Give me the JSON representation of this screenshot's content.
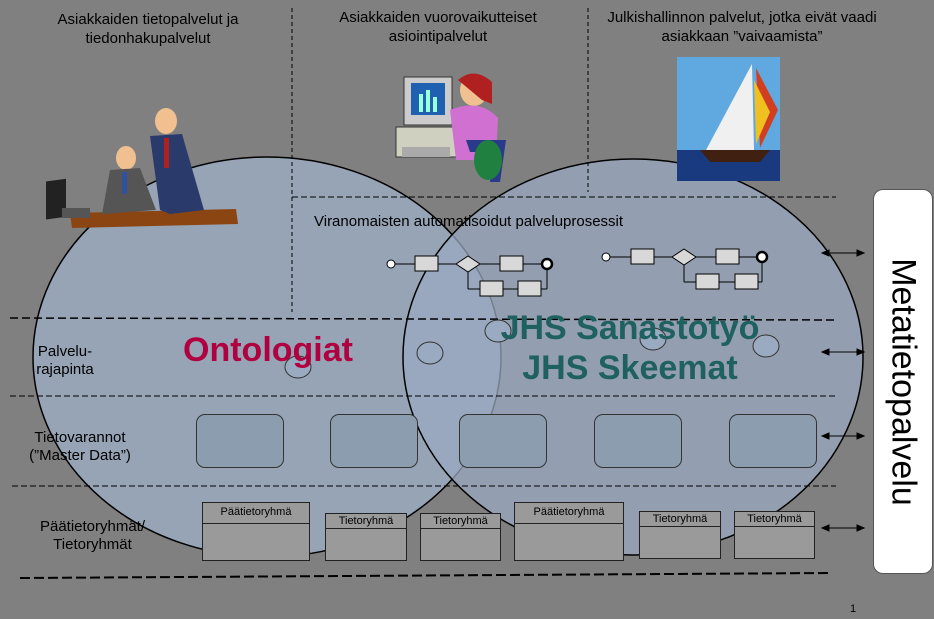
{
  "headers": {
    "col1": "Asiakkaiden tietopalvelut ja tiedonhakupalvelut",
    "col2": "Asiakkaiden vuorovaikutteiset asiointipalvelut",
    "col3": "Julkishallinnon palvelut, jotka eivät vaadi asiakkaan ”vaivaamista”"
  },
  "process_label": "Viranomaisten automatisoidut palveluprosessit",
  "rows": {
    "interface": "Palvelu-rajapinta",
    "master_data": "Tietovarannot (”Master Data”)",
    "groups": "Päätietoryhmät/ Tietoryhmät"
  },
  "circles": {
    "left": "Ontologiat",
    "right_line1": "JHS Sanastotyö",
    "right_line2": "JHS Skeemat"
  },
  "tables": [
    {
      "label": "Päätietoryhmä"
    },
    {
      "label": "Tietoryhmä"
    },
    {
      "label": "Tietoryhmä"
    },
    {
      "label": "Päätietoryhmä"
    },
    {
      "label": "Tietoryhmä"
    },
    {
      "label": "Tietoryhmä"
    }
  ],
  "metadata_service": "Metatietopalvelu",
  "page_number": "1",
  "colors": {
    "background": "#808080",
    "circle_fill": "#9aaac0",
    "ontologiat": "#b00040",
    "jhs": "#1f6060"
  },
  "icons": [
    "business-people-clipart",
    "woman-at-computer-clipart",
    "sailboat-photo"
  ]
}
